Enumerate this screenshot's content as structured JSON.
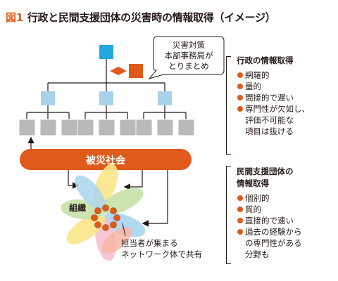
{
  "title": {
    "figure_label": "図1",
    "text": "行政と民間支援団体の災害時の情報取得（イメージ）"
  },
  "callout": {
    "lines": [
      "災害対策",
      "本部事務局が",
      "とりまとめ"
    ]
  },
  "society_label": "被災社会",
  "organization_label": "組織",
  "network_caption": {
    "lines": [
      "担当者が集まる",
      "ネットワーク体で共有"
    ]
  },
  "admin_panel": {
    "title": "行政の情報取得",
    "items": [
      "網羅的",
      "量的",
      "間接的で遅い",
      "専門性が欠如し、",
      "評価不可能な",
      "項目は抜ける"
    ]
  },
  "civil_panel": {
    "title_lines": [
      "民間支援団体の",
      "情報取得"
    ],
    "items": [
      "個別的",
      "質的",
      "直接的で速い",
      "過去の経験から",
      "の専門性がある",
      "分野も"
    ]
  },
  "colors": {
    "accent": "#e05a1b",
    "top_box": "#22a7df",
    "mid_box": "#a7d2ea",
    "bottom_box": "#b9b9b9",
    "petals": [
      "#f9b5a6",
      "#a9d6ef",
      "#c8e1a8",
      "#fbe58a",
      "#f7c0d0",
      "#bfe3ef"
    ]
  }
}
